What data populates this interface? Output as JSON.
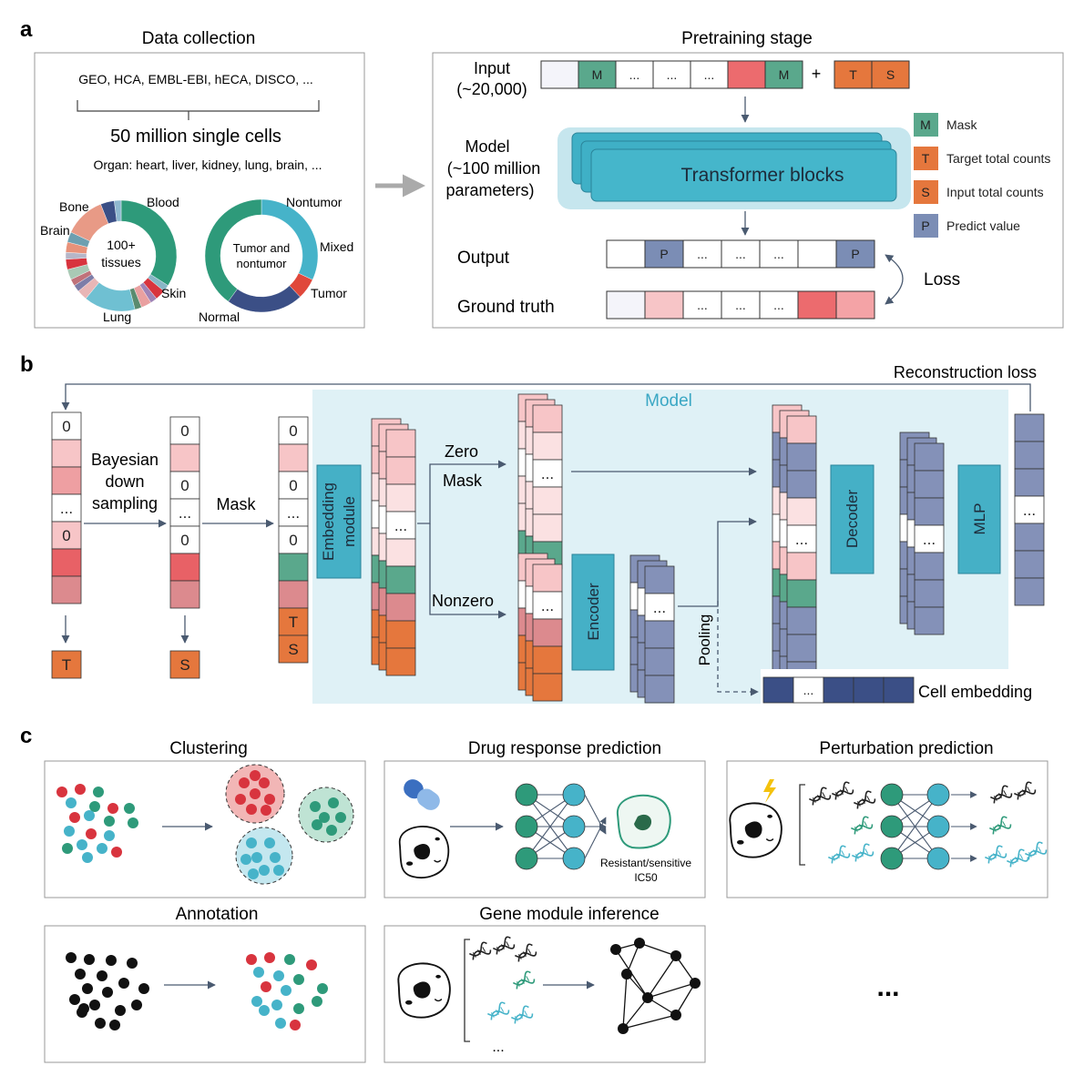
{
  "panel_a": {
    "letter": "a",
    "data_collection": {
      "title": "Data collection",
      "sources": "GEO, HCA, EMBL-EBI, hECA, DISCO, ...",
      "cells": "50 million single cells",
      "organs": "Organ: heart, liver, kidney, lung, brain, ...",
      "donut1": {
        "center_line1": "100+",
        "center_line2": "tissues",
        "labels": [
          "Bone",
          "Blood",
          "Brain",
          "Skin",
          "Lung"
        ]
      },
      "donut2": {
        "center_line1": "Tumor and",
        "center_line2": "nontumor",
        "labels": [
          "Nontumor",
          "Mixed",
          "Tumor",
          "Normal"
        ]
      }
    },
    "pretraining": {
      "title": "Pretraining stage",
      "input_label_1": "Input",
      "input_label_2": "(~20,000)",
      "model_label_1": "Model",
      "model_label_2": "(~100 million",
      "model_label_3": "parameters)",
      "transformer": "Transformer blocks",
      "output_label": "Output",
      "ground_truth_label": "Ground truth",
      "loss": "Loss",
      "plus": "+",
      "legend": [
        {
          "key": "M",
          "text": "Mask",
          "color": "#5aa88c"
        },
        {
          "key": "T",
          "text": "Target total counts",
          "color": "#e5773d"
        },
        {
          "key": "S",
          "text": "Input total counts",
          "color": "#e5773d"
        },
        {
          "key": "P",
          "text": "Predict value",
          "color": "#7b8db5"
        }
      ],
      "token_input": [
        "",
        "M",
        "...",
        "...",
        "...",
        "",
        "M"
      ],
      "token_ts": [
        "T",
        "S"
      ],
      "token_output": [
        "",
        "P",
        "...",
        "...",
        "...",
        "",
        "P"
      ],
      "token_gt": [
        "",
        "",
        "...",
        "...",
        "...",
        "",
        ""
      ]
    }
  },
  "panel_b": {
    "letter": "b",
    "reconstruction_loss": "Reconstruction loss",
    "model_label": "Model",
    "bayesian_1": "Bayesian",
    "bayesian_2": "down",
    "bayesian_3": "sampling",
    "mask": "Mask",
    "zero": "Zero",
    "mask2": "Mask",
    "nonzero": "Nonzero",
    "embedding_1": "Embedding",
    "embedding_2": "module",
    "encoder": "Encoder",
    "decoder": "Decoder",
    "mlp": "MLP",
    "pooling": "Pooling",
    "cell_embedding": "Cell embedding",
    "zero_digit": "0",
    "dots": "...",
    "t": "T",
    "s": "S"
  },
  "panel_c": {
    "letter": "c",
    "clustering": "Clustering",
    "drug": "Drug response prediction",
    "drug_label_1": "Resistant/sensitive",
    "drug_label_2": "IC50",
    "perturbation": "Perturbation prediction",
    "annotation": "Annotation",
    "gene_module": "Gene module inference",
    "gene_dots": "...",
    "more": "..."
  },
  "colors": {
    "teal_dark": "#2e9a7a",
    "teal_light": "#46b3c9",
    "red": "#d8343e",
    "orange": "#e5773d",
    "navy": "#3b4f86",
    "model_bg": "#dff1f6"
  }
}
